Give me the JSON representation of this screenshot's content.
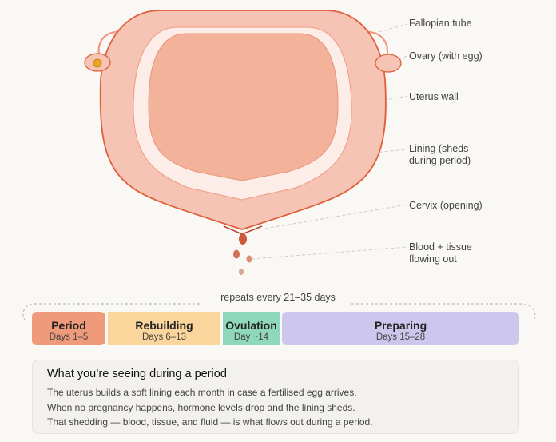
{
  "labels": {
    "fallopian_tube": "Fallopian tube",
    "ovary": "Ovary (with egg)",
    "uterus_wall": "Uterus wall",
    "lining": "Lining (sheds during period)",
    "cervix": "Cervix (opening)",
    "blood": "Blood + tissue flowing out"
  },
  "cycle": {
    "repeat_label": "repeats every 21–35 days",
    "phases": [
      {
        "name": "Period",
        "days": "Days 1–5",
        "color": "#f09a7c"
      },
      {
        "name": "Rebuilding",
        "days": "Days 6–13",
        "color": "#fad59c"
      },
      {
        "name": "Ovulation",
        "days": "Day ~14",
        "color": "#8fd8bc"
      },
      {
        "name": "Preparing",
        "days": "Days 15–28",
        "color": "#cdc7ee"
      }
    ]
  },
  "info": {
    "title": "What you’re seeing during a period",
    "lines": [
      "The uterus builds a soft lining each month in case a fertilised egg arrives.",
      "When no pregnancy happens, hormone levels drop and the lining sheds.",
      "That shedding — blood, tissue, and fluid — is what flows out during a period."
    ]
  }
}
